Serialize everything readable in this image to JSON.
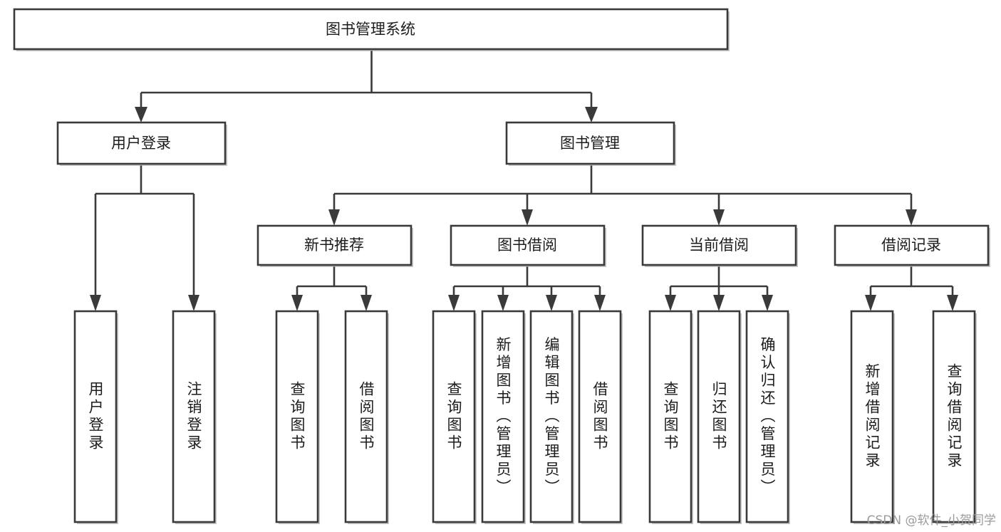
{
  "diagram": {
    "title": "图书管理系统",
    "type": "tree-hierarchy-diagram",
    "colors": {
      "box_stroke": "#3a3a3a",
      "box_fill": "#ffffff",
      "connector": "#3a3a3a",
      "text": "#1c1c1c",
      "watermark": "#9b9b9b"
    },
    "root": {
      "label": "图书管理系统"
    },
    "level1": [
      {
        "label": "用户登录"
      },
      {
        "label": "图书管理"
      }
    ],
    "level2": [
      {
        "label": "新书推荐"
      },
      {
        "label": "图书借阅"
      },
      {
        "label": "当前借阅"
      },
      {
        "label": "借阅记录"
      }
    ],
    "leaves": {
      "user_login": [
        {
          "label": "用户登录"
        },
        {
          "label": "注销登录"
        }
      ],
      "new_book_recommend": [
        {
          "label": "查询图书"
        },
        {
          "label": "借阅图书"
        }
      ],
      "book_borrow": [
        {
          "label": "查询图书"
        },
        {
          "label": "新增图书（管理员）"
        },
        {
          "label": "编辑图书（管理员）"
        },
        {
          "label": "借阅图书"
        }
      ],
      "current_borrow": [
        {
          "label": "查询图书"
        },
        {
          "label": "归还图书"
        },
        {
          "label": "确认归还（管理员）"
        }
      ],
      "borrow_record": [
        {
          "label": "新增借阅记录"
        },
        {
          "label": "查询借阅记录"
        }
      ]
    }
  },
  "watermark": {
    "text": "CSDN @软件_小贺同学"
  }
}
